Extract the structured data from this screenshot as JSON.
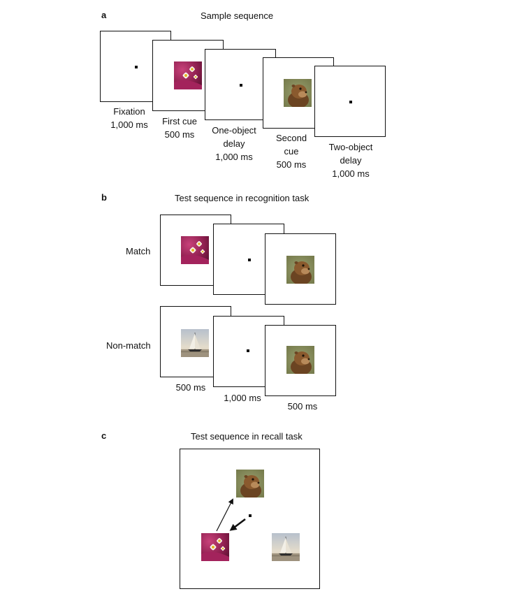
{
  "panel_a": {
    "label": "a",
    "title": "Sample sequence",
    "captions": {
      "fixation": "Fixation\n1,000 ms",
      "first_cue": "First cue\n500 ms",
      "one_object_delay": "One-object\ndelay\n1,000 ms",
      "second_cue": "Second\ncue\n500 ms",
      "two_object_delay": "Two-object\ndelay\n1,000 ms"
    }
  },
  "panel_b": {
    "label": "b",
    "title": "Test sequence in recognition task",
    "row_match": "Match",
    "row_nonmatch": "Non-match",
    "time_1": "500 ms",
    "time_2": "1,000 ms",
    "time_3": "500 ms"
  },
  "panel_c": {
    "label": "c",
    "title": "Test sequence in recall task"
  },
  "icons": [
    "flower-image-icon",
    "marmot-image-icon",
    "sailboat-image-icon",
    "fixation-dot-icon",
    "arrow-icon"
  ]
}
